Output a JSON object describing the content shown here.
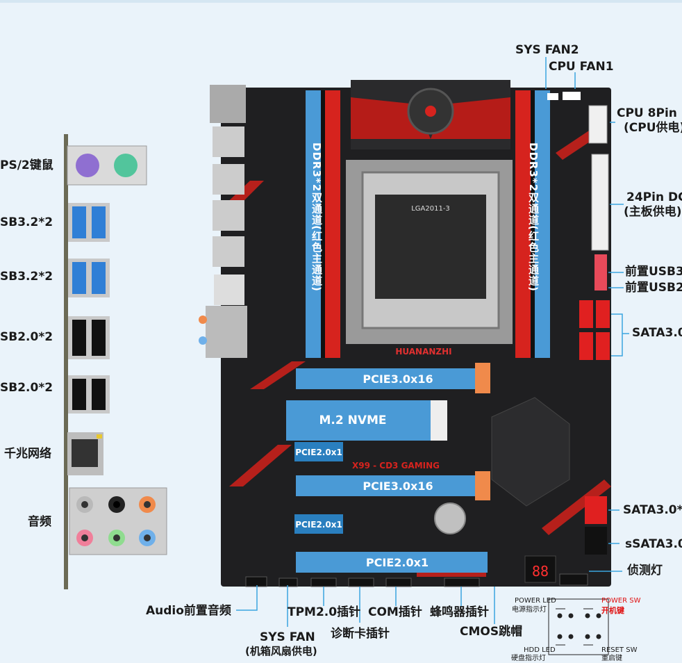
{
  "io_labels": {
    "ps2": "PS/2键鼠",
    "usb32_a": "SB3.2*2",
    "usb32_b": "SB3.2*2",
    "usb20_a": "SB2.0*2",
    "usb20_b": "SB2.0*2",
    "lan": "千兆网络",
    "audio": "音频"
  },
  "right_labels": {
    "sys_fan2": "SYS FAN2",
    "cpu_fan1": "CPU FAN1",
    "cpu_8pin": "CPU 8Pin",
    "cpu_8pin_sub": "(CPU供电)",
    "pin24": "24Pin DC",
    "pin24_sub": "(主板供电)",
    "front_usb3": "前置USB3",
    "front_usb2": "前置USB2",
    "sata_group": "SATA3.0",
    "sata_single": "SATA3.0*",
    "ssata": "sSATA3.0",
    "debug_led": "侦测灯"
  },
  "bottom_labels": {
    "audio_front": "Audio前置音频",
    "tpm": "TPM2.0插针",
    "com": "COM插针",
    "buzzer": "蜂鸣器插针",
    "sys_fan": "SYS FAN",
    "sys_fan_sub": "(机箱风扇供电)",
    "debug_card": "诊断卡插针",
    "cmos": "CMOS跳帽"
  },
  "front_panel": {
    "power_led": "POWER LED",
    "power_led_cn": "电源指示灯",
    "power_sw": "POWER SW",
    "power_sw_cn": "开机键",
    "hdd_led": "HDD LED",
    "hdd_led_cn": "硬盘指示灯",
    "reset_sw": "RESET SW",
    "reset_sw_cn": "重启键"
  },
  "board": {
    "ddr_left": "DDR3*2双通道(红色主通道)",
    "ddr_right": "DDR3*2双通道(红色主通道)",
    "pcie1": "PCIE3.0x16",
    "m2": "M.2 NVME",
    "pcie_x1_a": "PCIE2.0x1",
    "pcie2": "PCIE3.0x16",
    "pcie_x1_b": "PCIE2.0x1",
    "pcie_x1_c": "PCIE2.0x1",
    "socket": "LGA2011-3",
    "brand": "HUANANZHI",
    "model": "X99 - CD3 GAMING",
    "debug_digits": "88"
  },
  "colors": {
    "board": "#1f1f21",
    "accent_red": "#d6231e",
    "slot_blue": "#4a9ad6",
    "label_blue": "#2a7fbf",
    "leader": "#3aa5e0"
  }
}
